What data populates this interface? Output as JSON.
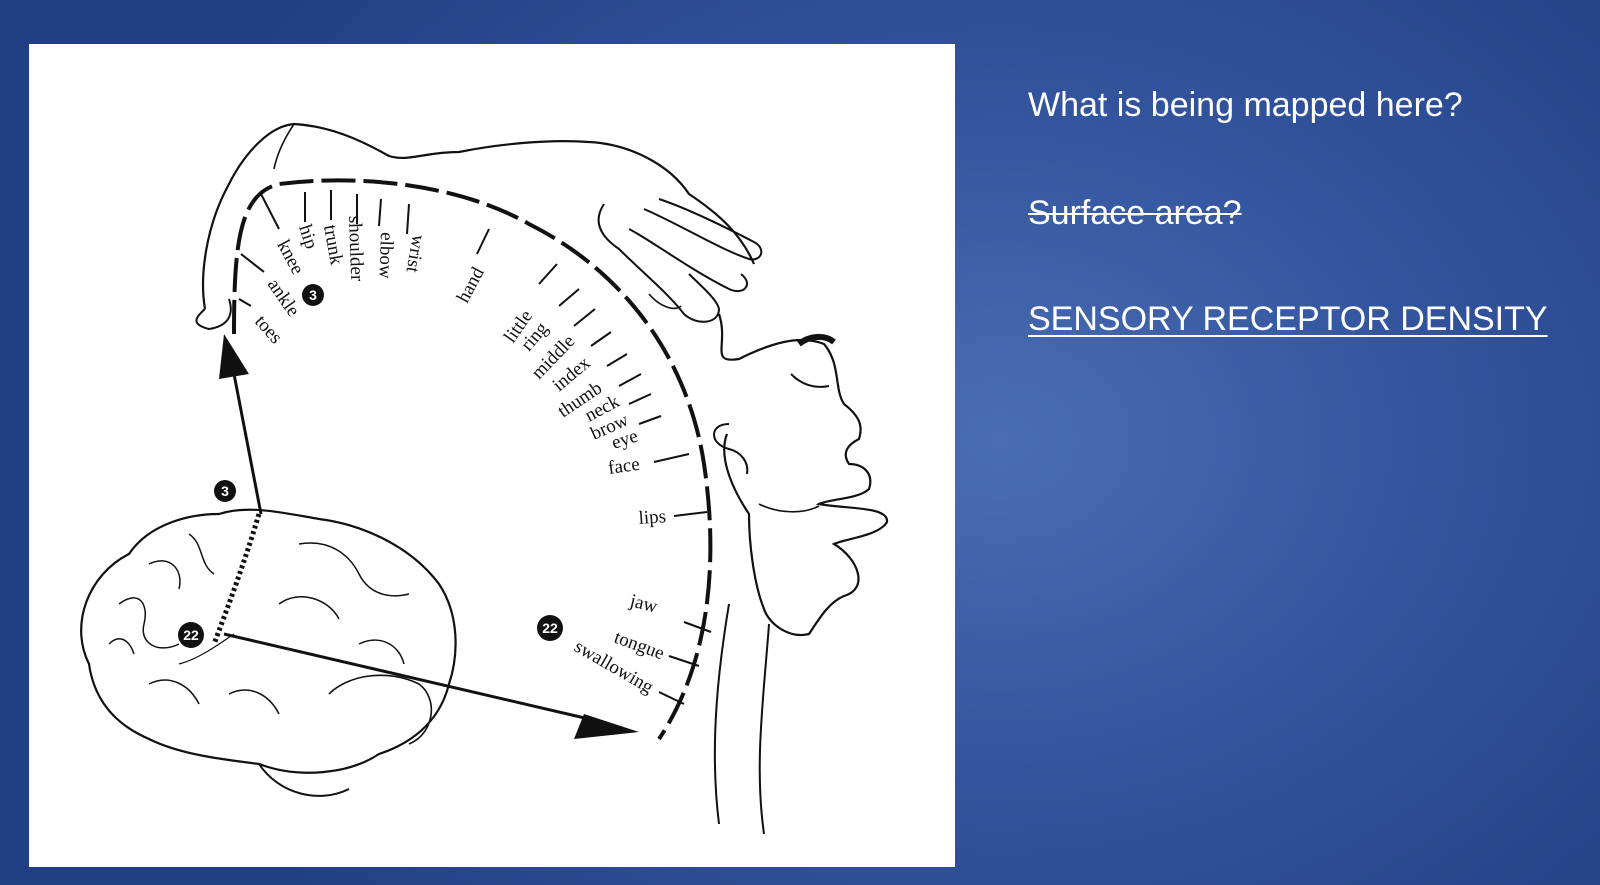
{
  "text": {
    "question": "What is being mapped here?",
    "crossed_out": "Surface area?",
    "answer": "SENSORY RECEPTOR DENSITY"
  },
  "figure": {
    "labels": {
      "toes": "toes",
      "ankle": "ankle",
      "knee": "knee",
      "hip": "hip",
      "trunk": "trunk",
      "shoulder": "shoulder",
      "elbow": "elbow",
      "wrist": "wrist",
      "hand": "hand",
      "little": "little",
      "ring": "ring",
      "middle": "middle",
      "index": "index",
      "thumb": "thumb",
      "neck": "neck",
      "brow": "brow",
      "eye": "eye",
      "face": "face",
      "lips": "lips",
      "jaw": "jaw",
      "tongue": "tongue",
      "swallowing": "swallowing"
    },
    "badges": {
      "b1": "3",
      "b2": "3",
      "b3": "22",
      "b4": "22"
    }
  },
  "colors": {
    "background": "#34569e",
    "text": "#ffffff",
    "panel": "#ffffff"
  }
}
